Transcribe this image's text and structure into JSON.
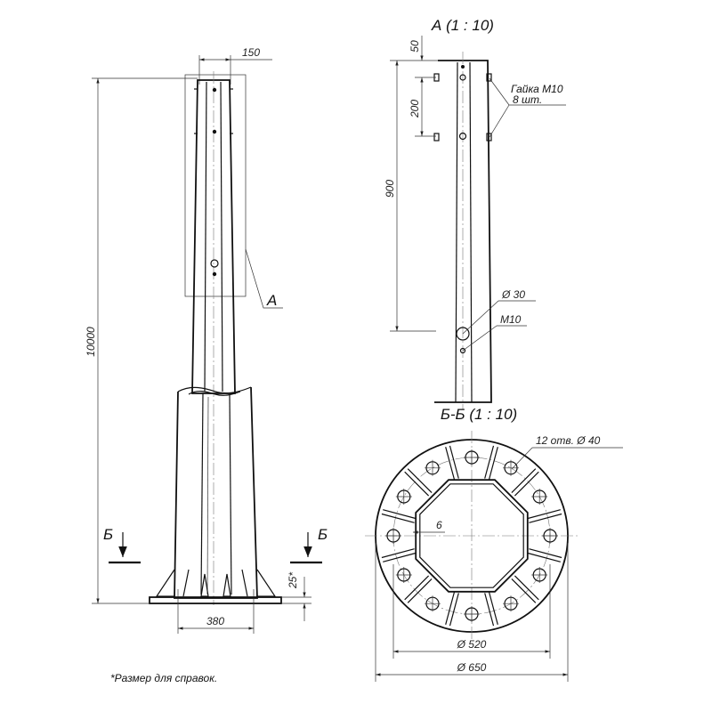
{
  "views": {
    "detail_a_title": "А (1 : 10)",
    "section_title": "Б-Б (1 : 10)"
  },
  "labels": {
    "callout_a": "А",
    "section_left": "Б",
    "section_right": "Б"
  },
  "dimensions": {
    "top_width": "150",
    "total_height": "10000",
    "base_width": "380",
    "base_height": "25*",
    "detail_top": "50",
    "detail_spacing": "200",
    "detail_length": "900",
    "hole_diameter": "Ø 30",
    "thread": "M10",
    "section_holes": "12 отв. Ø 40",
    "section_gap": "6",
    "bolt_circle": "Ø 520",
    "flange_diameter": "Ø 650"
  },
  "notes": {
    "nut_line1": "Гайка М10",
    "nut_line2": "8 шт.",
    "footnote": "*Размер для справок."
  }
}
